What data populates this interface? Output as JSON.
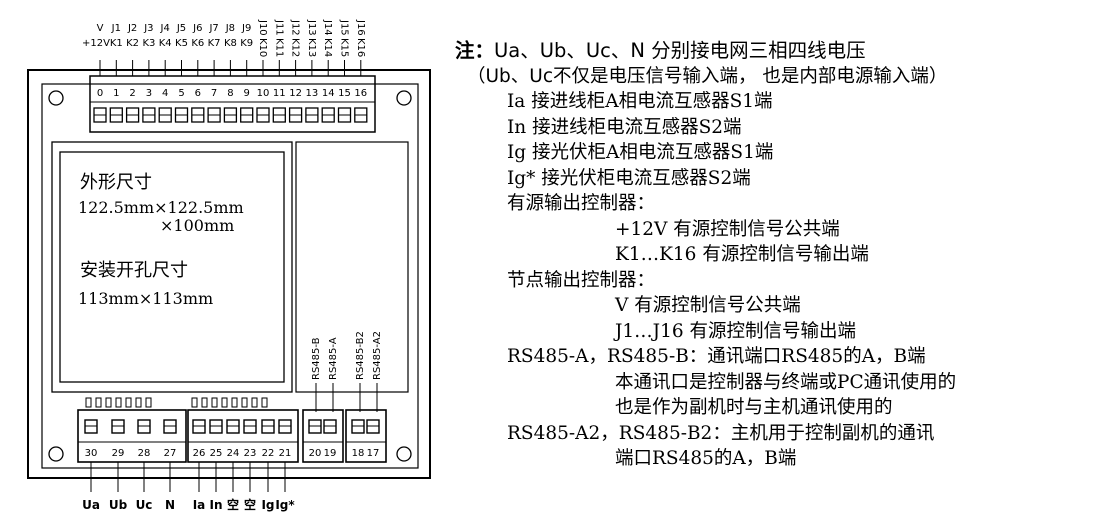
{
  "diagram": {
    "top_row1": [
      "V",
      "J1",
      "J2",
      "J3",
      "J4",
      "J5",
      "J6",
      "J7",
      "J8",
      "J9",
      "J10",
      "J11",
      "J12",
      "J13",
      "J14",
      "J15",
      "J16"
    ],
    "top_row2": [
      "+12V",
      "K1",
      "K2",
      "K3",
      "K4",
      "K5",
      "K6",
      "K7",
      "K8",
      "K9",
      "K10",
      "K11",
      "K12",
      "K13",
      "K14",
      "K15",
      "K16"
    ],
    "terminal_numbers": [
      "0",
      "1",
      "2",
      "3",
      "4",
      "5",
      "6",
      "7",
      "8",
      "9",
      "10",
      "11",
      "12",
      "13",
      "14",
      "15",
      "16"
    ],
    "box_title": "外形尺寸",
    "box_dim1": "122.5mm×122.5mm",
    "box_dim2": "×100mm",
    "box_cut_title": "安装开孔尺寸",
    "box_cut_dim": "113mm×113mm",
    "rs485_labels": [
      "RS485-B",
      "RS485-A",
      "RS485-B2",
      "RS485-A2"
    ],
    "bottom_numbers": [
      "30",
      "29",
      "28",
      "27",
      "26",
      "25",
      "24",
      "23",
      "22",
      "21",
      "20",
      "19",
      "18",
      "17"
    ],
    "bottom_labels": [
      "Ua",
      "Ub",
      "Uc",
      "N",
      "Ia",
      "In",
      "空",
      "空",
      "Ig",
      "Ig*"
    ]
  },
  "notes": {
    "title_prefix": "注：",
    "title_text": "Ua、Ub、Uc、N 分别接电网三相四线电压",
    "subtitle": "（Ub、Uc不仅是电压信号输入端， 也是内部电源输入端）",
    "lines": [
      "Ia 接进线柜A相电流互感器S1端",
      "In 接进线柜电流互感器S2端",
      "Ig 接光伏柜A相电流互感器S1端",
      "Ig* 接光伏柜电流互感器S2端",
      "有源输出控制器：",
      "+12V  有源控制信号公共端",
      "K1…K16 有源控制信号输出端",
      "节点输出控制器：",
      "V  有源控制信号公共端",
      "J1…J16 有源控制信号输出端",
      "RS485-A，RS485-B：通讯端口RS485的A，B端",
      "本通讯口是控制器与终端或PC通讯使用的",
      "也是作为副机时与主机通讯使用的",
      "RS485-A2，RS485-B2：主机用于控制副机的通讯",
      "端口RS485的A，B端"
    ]
  }
}
